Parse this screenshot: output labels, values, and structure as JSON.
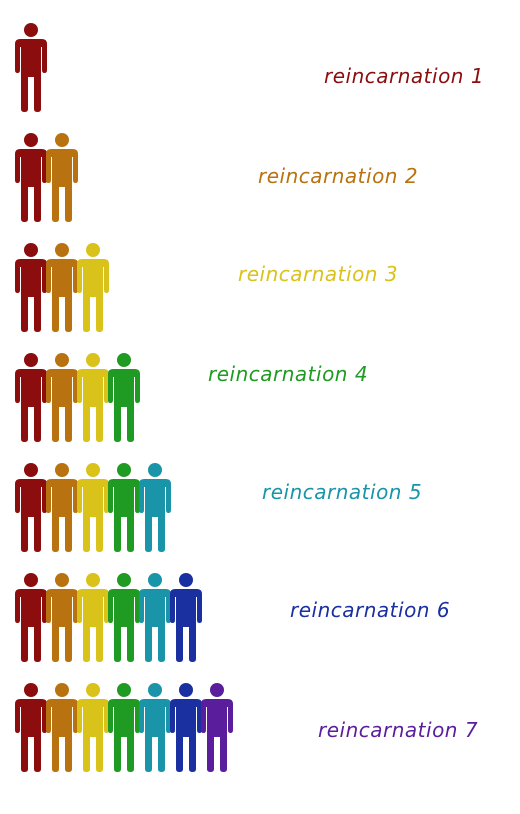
{
  "rows": [
    {
      "label": "reincarnation 1",
      "color": "#8b0d0d",
      "count": 1
    },
    {
      "label": "reincarnation 2",
      "color": "#b8720f",
      "count": 2
    },
    {
      "label": "reincarnation 3",
      "color": "#d9c21a",
      "count": 3
    },
    {
      "label": "reincarnation 4",
      "color": "#1f9a22",
      "count": 4
    },
    {
      "label": "reincarnation 5",
      "color": "#1a94a8",
      "count": 5
    },
    {
      "label": "reincarnation 6",
      "color": "#1a2fa0",
      "count": 6
    },
    {
      "label": "reincarnation 7",
      "color": "#5a1e9c",
      "count": 7
    }
  ],
  "figure_colors": [
    "#8b0d0d",
    "#b8720f",
    "#d9c21a",
    "#1f9a22",
    "#1a94a8",
    "#1a2fa0",
    "#5a1e9c"
  ],
  "icon": "person-icon"
}
